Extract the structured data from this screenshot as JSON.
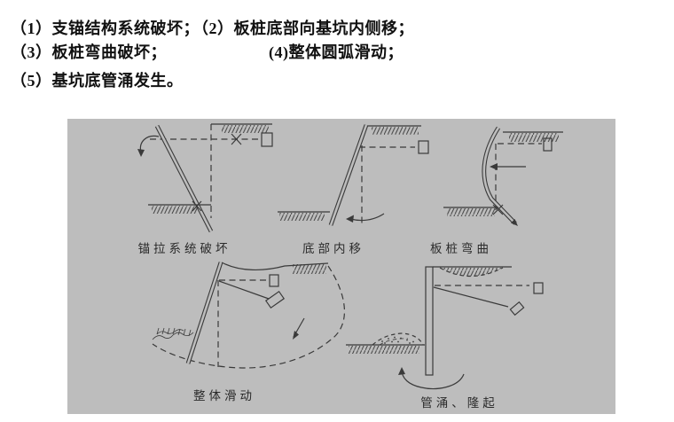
{
  "text_block": {
    "item1": "（1）支锚结构系统破坏；",
    "item2": "（2）板桩底部向基坑内侧移；",
    "item3": "（3）板桩弯曲破坏；",
    "item4": "(4)整体圆弧滑动；",
    "item5": "（5）基坑底管涌发生。"
  },
  "figure": {
    "captions": {
      "anchor_system_failure": "锚拉系统破坏",
      "bottom_inward_movement": "底部内移",
      "sheet_pile_bending": "板桩弯曲",
      "overall_sliding": "整体滑动",
      "piping_heave": "管涌、隆起"
    },
    "colors": {
      "panel_background": "#bdbdbd",
      "line": "#3a3a3a",
      "text": "#111111"
    }
  }
}
